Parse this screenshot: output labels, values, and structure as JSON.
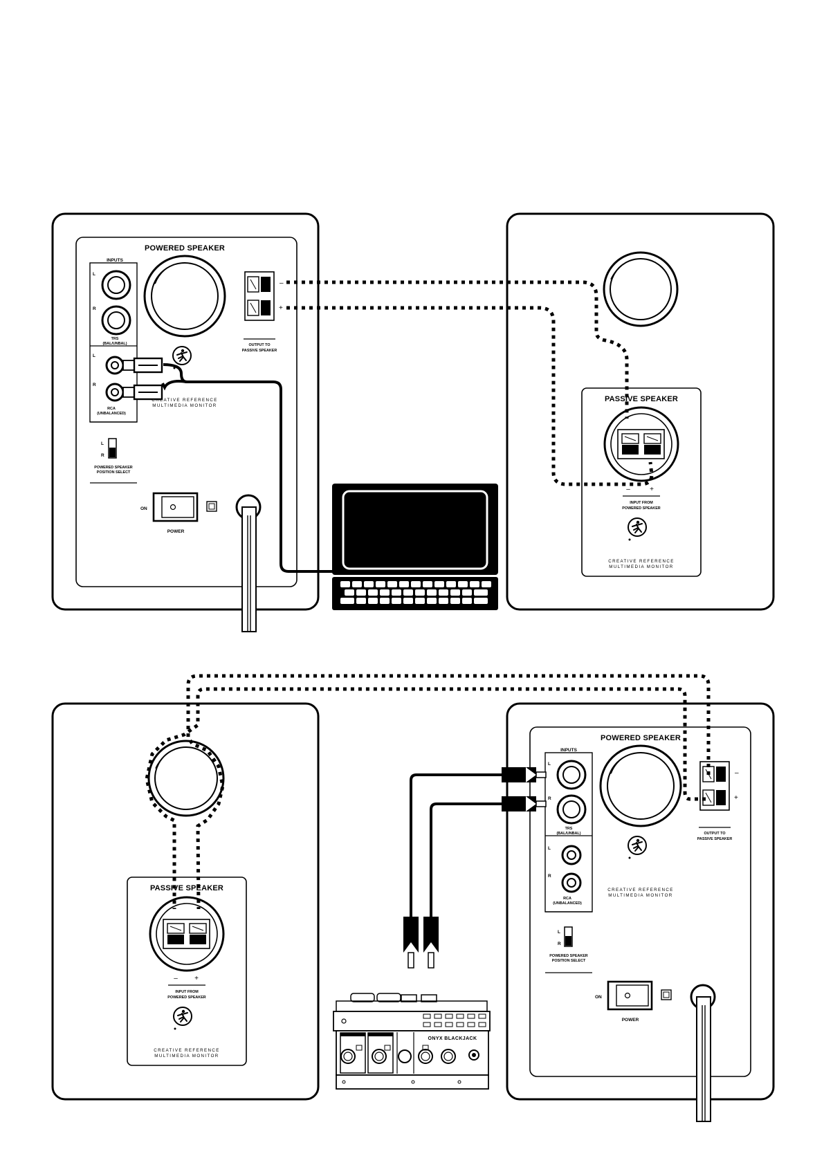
{
  "diagram1": {
    "powered": {
      "title": "POWERED SPEAKER",
      "inputs_label": "INPUTS",
      "l": "L",
      "r": "R",
      "trs_1": "TRS",
      "trs_2": "(BAL/UNBAL)",
      "rca_1": "RCA",
      "rca_2": "(UNBALANCED)",
      "switch_l": "L",
      "switch_r": "R",
      "position_1": "POWERED SPEAKER",
      "position_2": "POSITION SELECT",
      "output_1": "OUTPUT TO",
      "output_2": "PASSIVE SPEAKER",
      "minus": "–",
      "plus": "+",
      "brand_1": "CREATIVE REFERENCE",
      "brand_2": "MULTIMEDIA MONITOR",
      "on": "ON",
      "power": "POWER"
    },
    "passive": {
      "title": "PASSIVE SPEAKER",
      "minus": "–",
      "plus": "+",
      "input_1": "INPUT FROM",
      "input_2": "POWERED SPEAKER",
      "brand_1": "CREATIVE REFERENCE",
      "brand_2": "MULTIMEDIA MONITOR"
    }
  },
  "diagram2": {
    "powered": {
      "title": "POWERED SPEAKER",
      "inputs_label": "INPUTS",
      "l": "L",
      "r": "R",
      "trs_1": "TRS",
      "trs_2": "(BAL/UNBAL)",
      "rca_1": "RCA",
      "rca_2": "(UNBALANCED)",
      "switch_l": "L",
      "switch_r": "R",
      "position_1": "POWERED SPEAKER",
      "position_2": "POSITION SELECT",
      "output_1": "OUTPUT TO",
      "output_2": "PASSIVE SPEAKER",
      "minus": "–",
      "plus": "+",
      "brand_1": "CREATIVE REFERENCE",
      "brand_2": "MULTIMEDIA MONITOR",
      "on": "ON",
      "power": "POWER"
    },
    "passive": {
      "title": "PASSIVE SPEAKER",
      "minus": "–",
      "plus": "+",
      "input_1": "INPUT FROM",
      "input_2": "POWERED SPEAKER",
      "brand_1": "CREATIVE REFERENCE",
      "brand_2": "MULTIMEDIA MONITOR"
    },
    "mixer": {
      "brand": "ONYX BLACKJACK"
    }
  },
  "icons": [
    "running-man-logo-icon",
    "laptop-icon",
    "mixer-icon",
    "power-switch-icon",
    "power-cable-icon"
  ],
  "colors": {
    "line": "#000000",
    "background": "#ffffff"
  }
}
